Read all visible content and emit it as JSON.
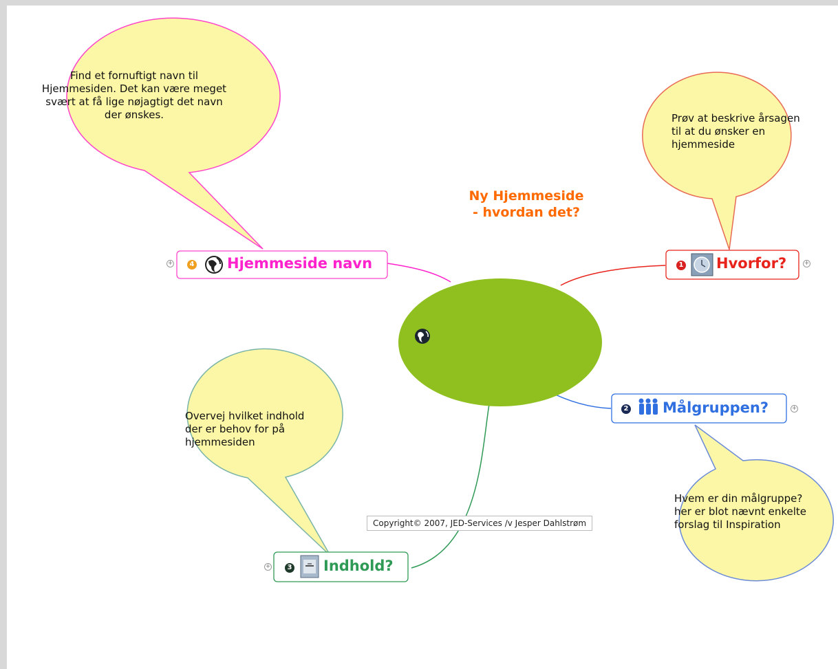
{
  "central_topic": {
    "line1": "Ny Hjemmeside",
    "line2": "- hvordan det?",
    "icon": "globe-icon",
    "fill": "#8fc020",
    "text_color": "#ff6a00"
  },
  "branches": [
    {
      "key": "hvorfor",
      "label": "Hvorfor?",
      "number": "1",
      "icon": "clock-icon",
      "color": "#e8231b",
      "callout": [
        "Prøv at beskrive årsagen",
        "til at du ønsker en",
        "hjemmeside"
      ]
    },
    {
      "key": "malgruppen",
      "label": "Målgruppen?",
      "number": "2",
      "icon": "people-icon",
      "color": "#2f6fe0",
      "callout": [
        "Hvem er din målgruppe?",
        "her er blot nævnt enkelte",
        "forslag til Inspiration"
      ]
    },
    {
      "key": "indhold",
      "label": "Indhold?",
      "number": "3",
      "icon": "document-icon",
      "color": "#2e9a55",
      "callout": [
        "Overvej hvilket indhold",
        "der er behov for på",
        "hjemmesiden"
      ]
    },
    {
      "key": "hjemmeside-navn",
      "label": "Hjemmeside navn",
      "number": "4",
      "icon": "globe-icon",
      "color": "#ff22cc",
      "callout": [
        "Find et fornuftigt navn til",
        "Hjemmesiden. Det kan være meget",
        "svært at få lige nøjagtigt det navn",
        "der ønskes."
      ]
    }
  ],
  "callout_style": {
    "fill": "#fbf7a6"
  },
  "footer": {
    "copyright": "Copyright© 2007, JED-Services /v Jesper Dahlstrøm"
  }
}
